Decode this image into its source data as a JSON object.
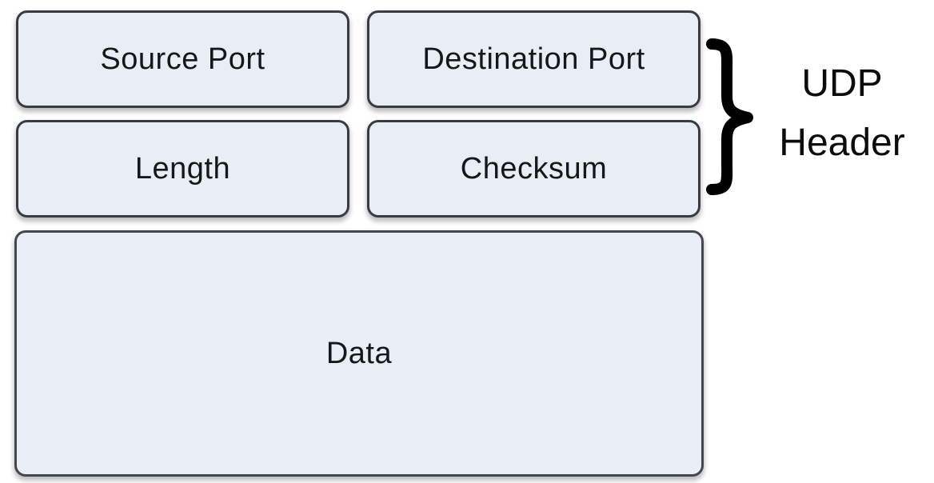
{
  "diagram": {
    "type": "udp-packet-structure",
    "boxes": [
      {
        "id": "source-port",
        "label": "Source Port"
      },
      {
        "id": "destination-port",
        "label": "Destination Port"
      },
      {
        "id": "length",
        "label": "Length"
      },
      {
        "id": "checksum",
        "label": "Checksum"
      },
      {
        "id": "data",
        "label": "Data"
      }
    ],
    "annotation": {
      "icon": "right-curly-brace-icon",
      "line1": "UDP",
      "line2": "Header"
    },
    "colors": {
      "background": "#ffffff",
      "box_fill": "#e9edf5",
      "box_border": "#383c42",
      "text": "#15171a",
      "brace": "#000000"
    }
  }
}
